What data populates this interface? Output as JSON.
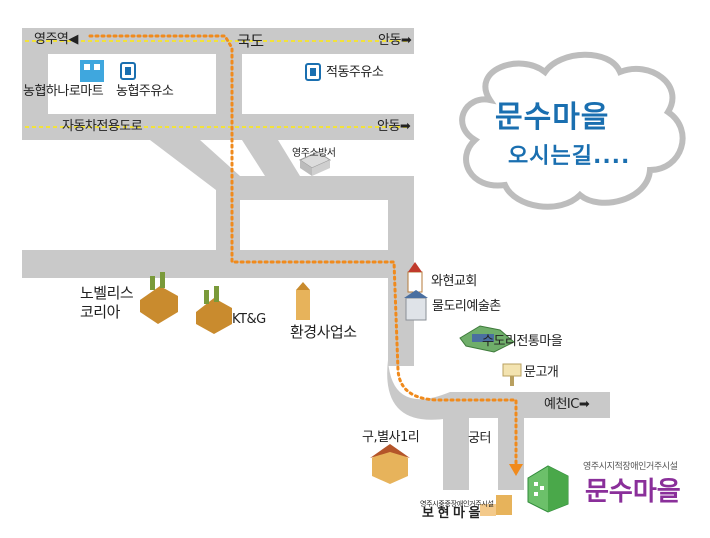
{
  "title": {
    "line1": "문수마을",
    "line2": "오시는길...."
  },
  "labels": {
    "yeongju_station": "영주역",
    "national_road": "국도",
    "andong_top": "안동",
    "andong_mid": "안동",
    "nonghyup_mart": "농협하나로마트",
    "nonghyup_gas": "농협주유소",
    "jeokdong_gas": "적동주유소",
    "motorway": "자동차전용도로",
    "fire_station": "영주소방서",
    "church": "와현교회",
    "arts_village": "물도리예술촌",
    "traditional_village": "수도리전통마을",
    "mungogae": "문고개",
    "yecheon_ic": "예천IC",
    "novelis": "노벨리스",
    "korea": "코리아",
    "ktg": "KT&G",
    "environment": "환경사업소",
    "byeolsa": "구,별사1리",
    "gungteo": "궁터",
    "bohyeon_sub": "영주시중증장애인거주시설",
    "bohyeon": "보 현 마 을",
    "munsu_sub": "영주시지적장애인거주시설",
    "munsu": "문수마을"
  },
  "colors": {
    "road": "#c9c9c9",
    "route": "#f08a1c",
    "title": "#1a6fb0",
    "destination": "#8a2f9a",
    "cloud_edge": "#bdbdbd"
  },
  "icons": [
    "gas-pump-icon",
    "mart-icon",
    "arrow-right-icon",
    "arrow-left-icon",
    "building-icon",
    "church-icon",
    "house-icon",
    "signpost-icon"
  ]
}
